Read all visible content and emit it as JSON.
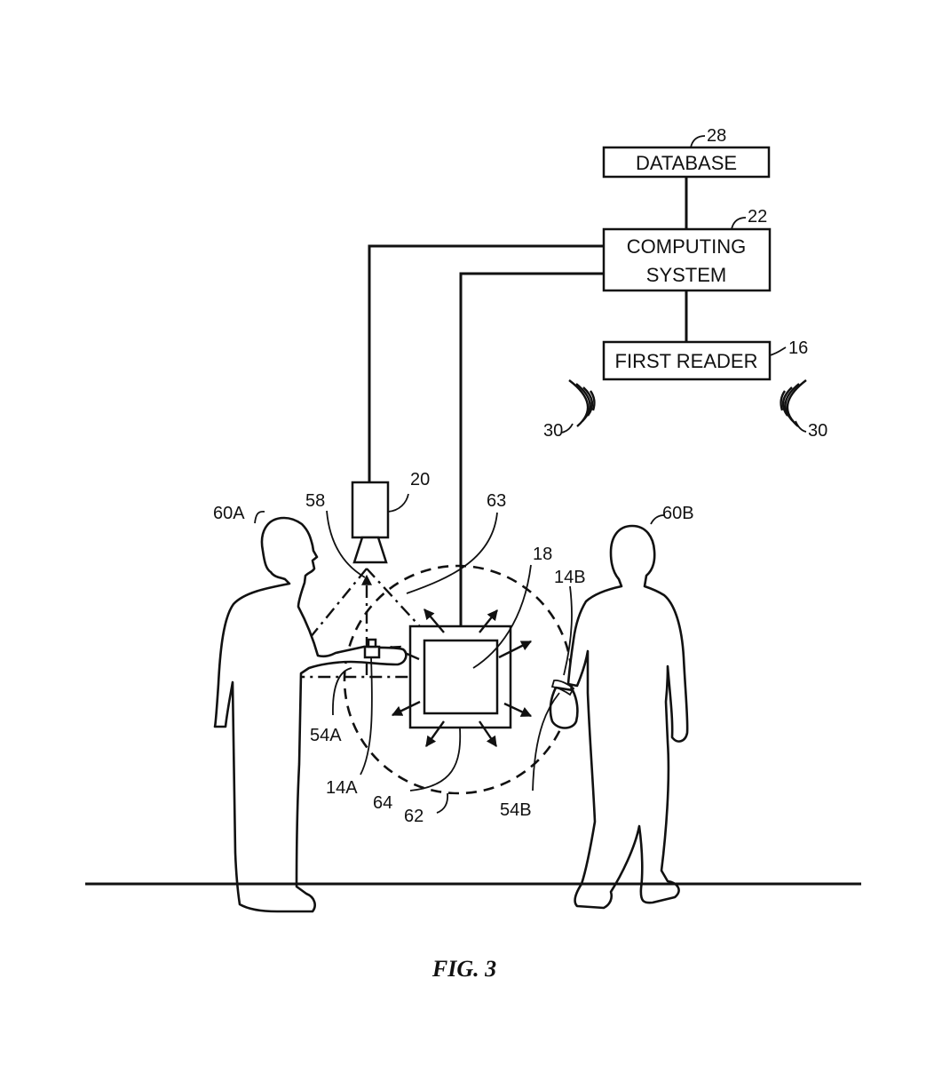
{
  "blocks": {
    "database": "DATABASE",
    "computing_line1": "COMPUTING",
    "computing_line2": "SYSTEM",
    "first_reader": "FIRST READER"
  },
  "refs": {
    "database": "28",
    "computing_system": "22",
    "first_reader": "16",
    "signal_left": "30",
    "signal_right": "30",
    "camera": "20",
    "camera_view": "58",
    "reader_region": "63",
    "second_reader": "18",
    "person_a": "60A",
    "person_b": "60B",
    "tag_a": "14A",
    "tag_b": "14B",
    "wristband_a": "54A",
    "wristband_b": "54B",
    "inner_field": "64",
    "outer_field": "62"
  },
  "caption": "FIG. 3"
}
